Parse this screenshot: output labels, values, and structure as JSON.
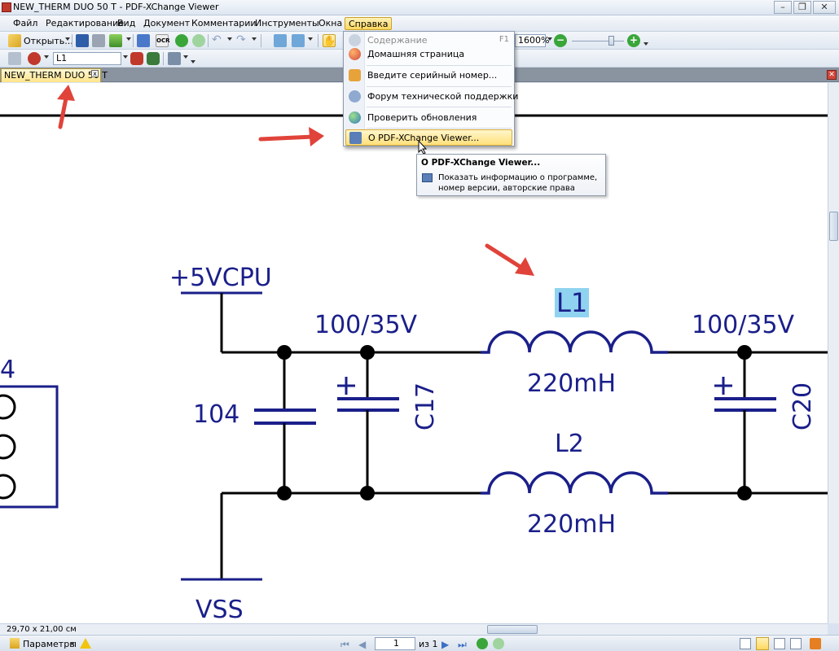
{
  "window": {
    "title": "NEW_THERM DUO 50 T - PDF-XChange Viewer",
    "minimize": "–",
    "restore": "❐",
    "close": "✕"
  },
  "menubar": {
    "items": [
      "Файл",
      "Редактирование",
      "Вид",
      "Документ",
      "Комментарии",
      "Инструменты",
      "Окна",
      "Справка"
    ],
    "active_index": 7
  },
  "toolbar1": {
    "open_label": "Открыть...",
    "ocr_label": "OCR",
    "zoom_value": "1600%"
  },
  "toolbar2": {
    "search_value": "L1"
  },
  "tabs": {
    "doc_tab_label": "NEW_THERM DUO 50 T",
    "close_glyph": "x"
  },
  "help_menu": {
    "items": [
      {
        "label": "Содержание",
        "shortcut": "F1",
        "icon": "help-contents-icon",
        "disabled": true
      },
      {
        "label": "Домашняя страница",
        "icon": "home-page-icon"
      },
      {
        "label": "Введите серийный номер...",
        "icon": "key-icon"
      },
      {
        "label": "Форум технической поддержки",
        "icon": "forum-icon"
      },
      {
        "label": "Проверить обновления",
        "icon": "update-globe-icon"
      },
      {
        "label": "О PDF-XChange Viewer...",
        "icon": "about-icon",
        "highlighted": true
      }
    ]
  },
  "tooltip": {
    "title": "О PDF-XChange Viewer...",
    "body": "Показать информацию о программе, номер версии, авторские права"
  },
  "schematic": {
    "vcc_label": "+5VCPU",
    "cap1_value": "100/35V",
    "cap2_value": "100/35V",
    "cap_104": "104",
    "c17": "C17",
    "c20": "C20",
    "l1": "L1",
    "l1_value": "220mH",
    "l2": "L2",
    "l2_value": "220mH",
    "vss": "VSS",
    "connector_pin": "4",
    "wire_color": "#000000",
    "component_color": "#1a1f8a",
    "highlight_color": "#8fd3f0"
  },
  "statusbar": {
    "page_size": "29,70 x 21,00 см",
    "options_label": "Параметры",
    "page_current": "1",
    "page_total": "из 1"
  }
}
